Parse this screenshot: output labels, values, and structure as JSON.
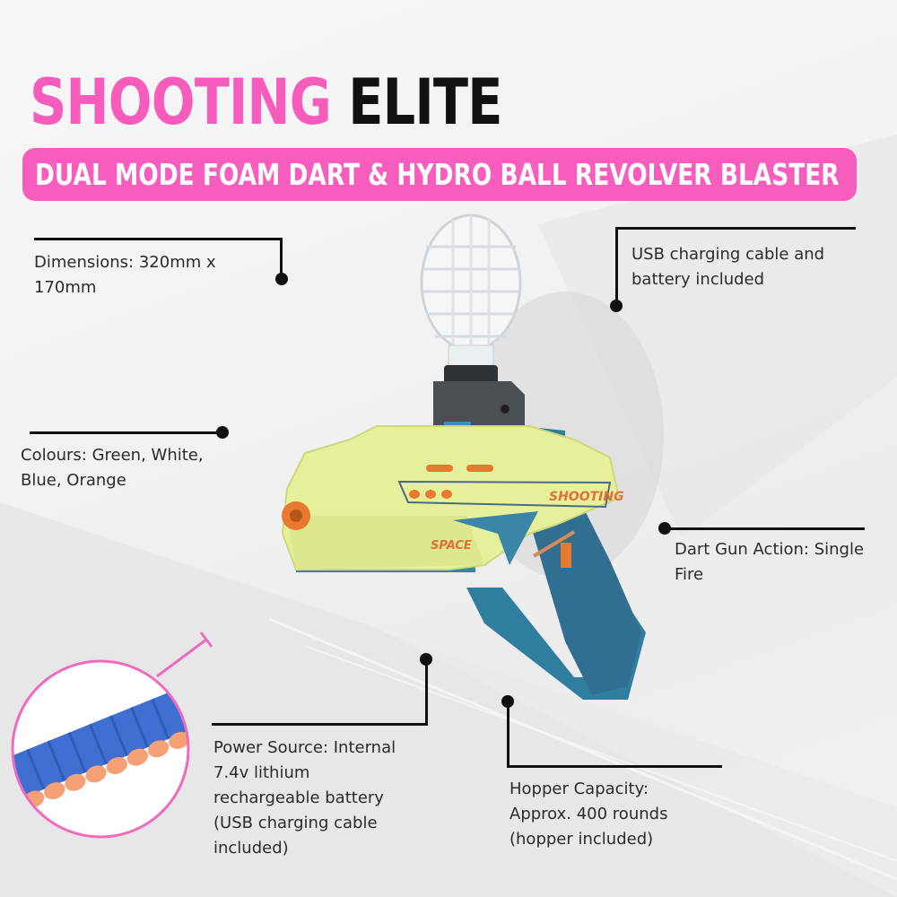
{
  "header": {
    "title_pink": "SHOOTING",
    "title_black": "ELITE",
    "subtitle": "DUAL MODE FOAM DART & HYDRO BALL REVOLVER BLASTER"
  },
  "colors": {
    "accent_pink": "#f75dbd",
    "title_black": "#111111",
    "gun_yellow_green": "#e6f09a",
    "gun_blue": "#2f7ea0",
    "gun_orange": "#e8792e",
    "dart_blue": "#3e6fd1",
    "dart_tip_orange": "#f6a075"
  },
  "callouts": {
    "dimensions": "Dimensions: 320mm x 170mm",
    "dimensions_lines": [
      "Dimensions: 320mm x",
      "170mm"
    ],
    "usb": [
      "USB charging cable and",
      "battery included"
    ],
    "colours": [
      "Colours: Green, White,",
      "Blue, Orange"
    ],
    "action": [
      "Dart Gun Action: Single",
      "Fire"
    ],
    "power": [
      "Power Source: Internal",
      "7.4v lithium",
      "rechargeable battery",
      "(USB charging cable",
      "included)"
    ],
    "hopper": [
      "Hopper Capacity:",
      "Approx. 400 rounds",
      "(hopper included)"
    ]
  },
  "product": {
    "decal_top": "SHOOTING",
    "decal_side": "SPACE"
  }
}
